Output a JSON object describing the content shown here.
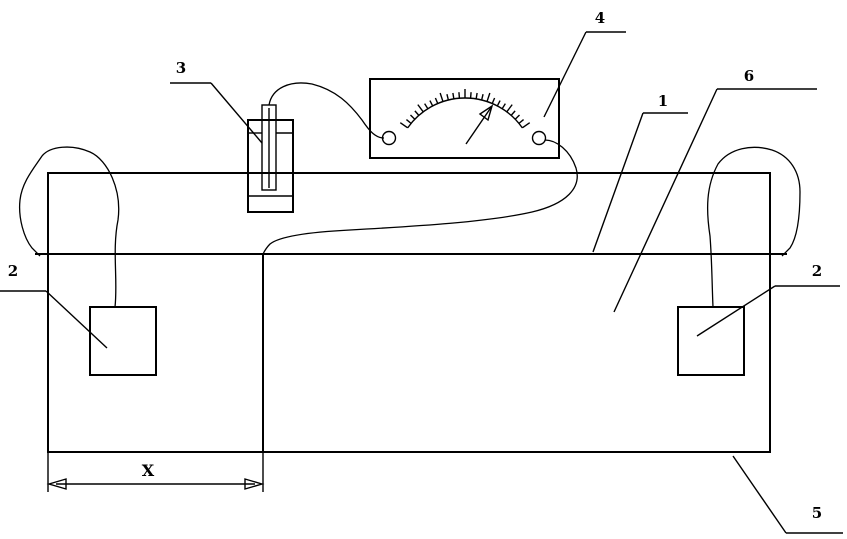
{
  "labels": {
    "one": "1",
    "two_left": "2",
    "two_right": "2",
    "three": "3",
    "four": "4",
    "five": "5",
    "six": "6",
    "x": "X"
  }
}
